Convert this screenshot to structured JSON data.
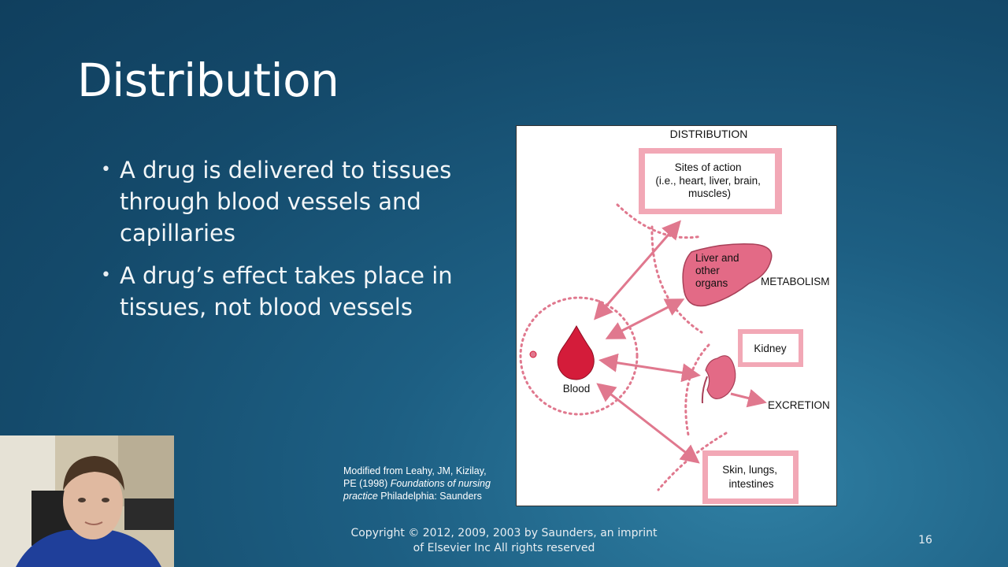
{
  "slide": {
    "title": "Distribution",
    "bullets": [
      "A drug is delivered to tissues through blood vessels and capillaries",
      "A drug’s effect takes place in tissues, not blood vessels"
    ],
    "page_number": "16",
    "copyright": "Copyright © 2012, 2009, 2003 by Saunders, an imprint of Elsevier Inc All rights reserved"
  },
  "figure": {
    "heading": "DISTRIBUTION",
    "sites_of_action": [
      "Sites of action",
      "(i.e., heart, liver, brain,",
      "muscles)"
    ],
    "liver_label": [
      "Liver and",
      "other",
      "organs"
    ],
    "metabolism": "METABOLISM",
    "kidney": "Kidney",
    "excretion": "EXCRETION",
    "blood": "Blood",
    "skin": [
      "Skin, lungs,",
      "intestines"
    ],
    "colors": {
      "accent": "#e0788e",
      "organ": "#e36a86",
      "blood": "#d41c3a"
    }
  },
  "credit": {
    "line1": "Modified from Leahy, JM, Kizilay,",
    "line2_plain": "PE (1998)  ",
    "line2_italic": "Foundations of nursing",
    "line3_italic": "practice",
    "line3_plain": "  Philadelphia: Saunders"
  },
  "webcam": {
    "description_icon": "presenter-video-icon"
  }
}
